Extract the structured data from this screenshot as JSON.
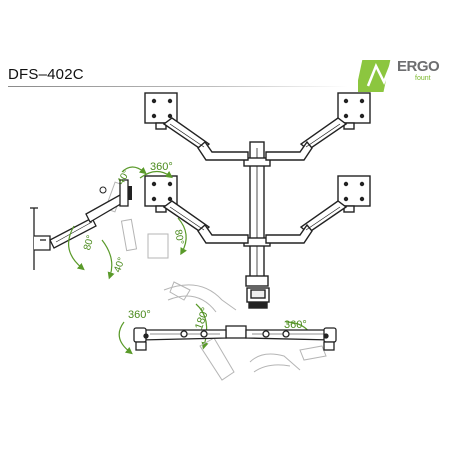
{
  "header": {
    "model": "DFS–402C"
  },
  "logo": {
    "wordmark": "ERGO",
    "sub": "fount",
    "accent_color": "#8cc63f",
    "text_color": "#6d6e70"
  },
  "annotations": {
    "swivel_top": "360°",
    "tilt_forward": "40°",
    "vertical_arc_left": "80°",
    "tilt_back": "40°",
    "vertical_arc_center": "80°",
    "base_rotation_left": "360°",
    "center_rotation": "180°",
    "base_rotation_right": "360°"
  },
  "colors": {
    "line": "#222222",
    "arc": "#5a9a2a",
    "ghost": "#b5b5b5"
  }
}
